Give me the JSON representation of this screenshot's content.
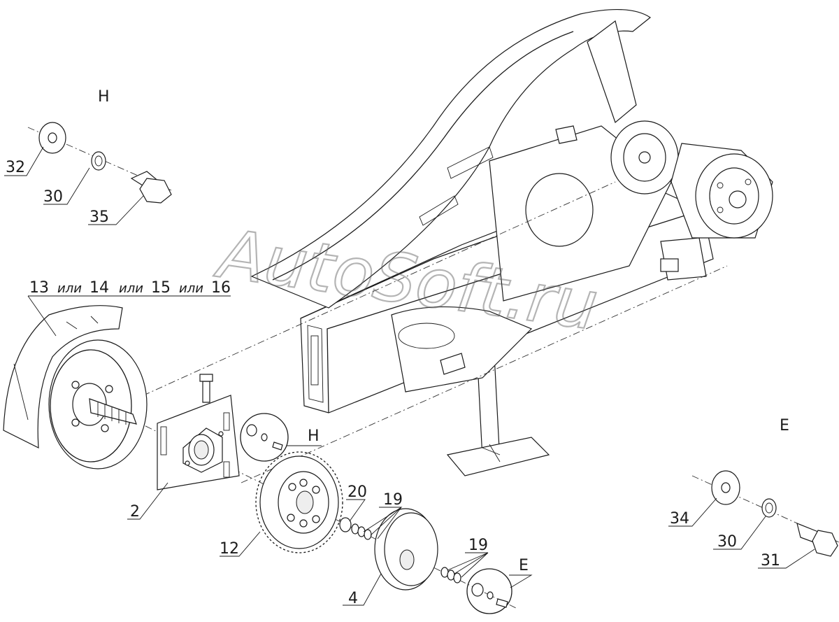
{
  "watermark": "AutoSoft.ru",
  "views": {
    "h_view_title": "Н",
    "e_view_title": "Е",
    "h_callout": "Н",
    "e_callout": "Е"
  },
  "callouts": {
    "item_2": "2",
    "item_4": "4",
    "item_12": "12",
    "item_19_a": "19",
    "item_19_b": "19",
    "item_20": "20",
    "item_30_h": "30",
    "item_30_e": "30",
    "item_31": "31",
    "item_32": "32",
    "item_34": "34",
    "item_35": "35",
    "item_13": "13",
    "item_14": "14",
    "item_15": "15",
    "item_16": "16",
    "or_1": "или",
    "or_2": "или",
    "or_3": "или"
  }
}
